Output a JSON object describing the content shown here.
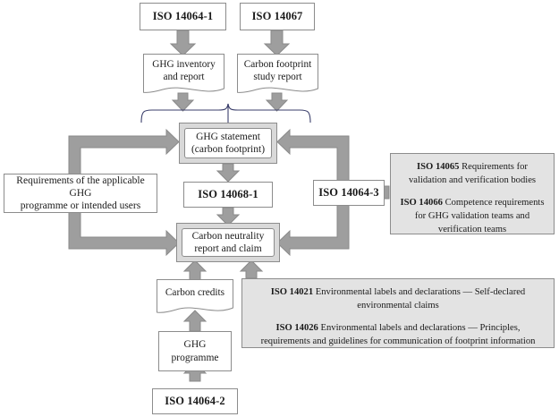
{
  "diagram": {
    "title": "ISO carbon footprint and carbon neutrality standards relationship diagram",
    "colors": {
      "arrow_fill": "#9e9e9e",
      "arrow_stroke": "#8a8a8a",
      "box_border": "#8c8c8c",
      "frame_fill": "#d9d9d9",
      "panel_fill": "#e3e3e3",
      "brace_stroke": "#3b3f6b",
      "background": "#ffffff",
      "text": "#1a1a1a"
    },
    "nodes": {
      "iso_14064_1": "ISO 14064-1",
      "iso_14067": "ISO 14067",
      "ghg_inventory": "GHG inventory\nand report",
      "ghg_inventory_line1": "GHG inventory",
      "ghg_inventory_line2": "and report",
      "carbon_footprint_study": "Carbon footprint\nstudy report",
      "carbon_footprint_study_line1": "Carbon footprint",
      "carbon_footprint_study_line2": "study report",
      "ghg_statement_line1": "GHG statement",
      "ghg_statement_line2": "(carbon footprint)",
      "iso_14068_1": "ISO 14068-1",
      "iso_14064_3": "ISO 14064-3",
      "carbon_neutrality_line1": "Carbon neutrality",
      "carbon_neutrality_line2": "report and claim",
      "requirements_line1": "Requirements of the applicable GHG",
      "requirements_line2": "programme or intended users",
      "carbon_credits": "Carbon credits",
      "ghg_programme_line1": "GHG",
      "ghg_programme_line2": "programme",
      "iso_14064_2": "ISO 14064-2"
    },
    "panel_validation": {
      "item1_code": "ISO 14065",
      "item1_text": " Requirements for validation and verification bodies",
      "item2_code": "ISO 14066",
      "item2_text": " Competence requirements for GHG validation teams and verification teams"
    },
    "panel_labels": {
      "item1_code": "ISO 14021",
      "item1_text": " Environmental labels and declarations — Self-declared environmental claims",
      "item2_code": "ISO 14026",
      "item2_text": " Environmental labels and declarations — Principles, requirements and guidelines for communication of footprint information"
    }
  }
}
